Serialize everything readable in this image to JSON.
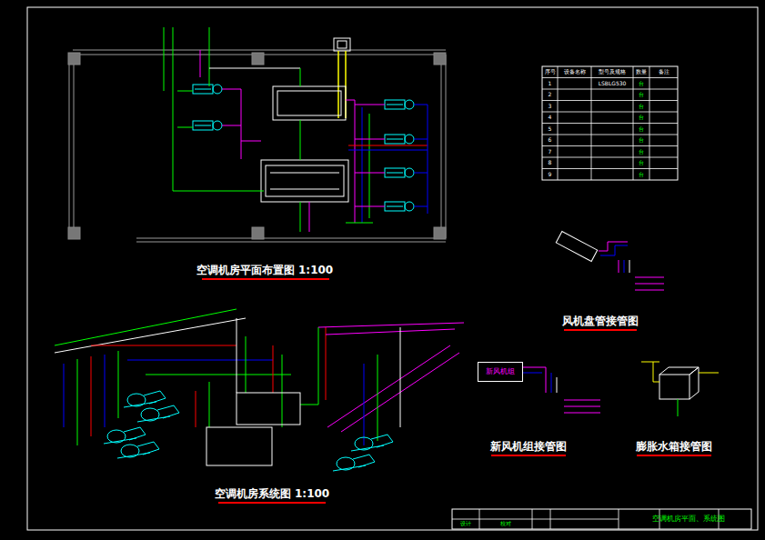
{
  "diagram": {
    "nodes": [
      {
        "text": [
          "新风机组"
        ]
      }
    ],
    "labels": [
      "空调机房平面布置图 1:100",
      "风机盘管接管图",
      "新风机组接管图",
      "膨胀水箱接管图",
      "空调机房系统图 1:100",
      "序号",
      "设备名称",
      "型号及规格",
      "数量",
      "备注",
      "1",
      "2",
      "3",
      "4",
      "5",
      "6",
      "7",
      "8",
      "9",
      "LSBLG530",
      "台",
      "台",
      "台",
      "台",
      "台",
      "台",
      "台",
      "台",
      "台",
      "空调机房平面、系统图",
      "设计",
      "校对"
    ]
  }
}
